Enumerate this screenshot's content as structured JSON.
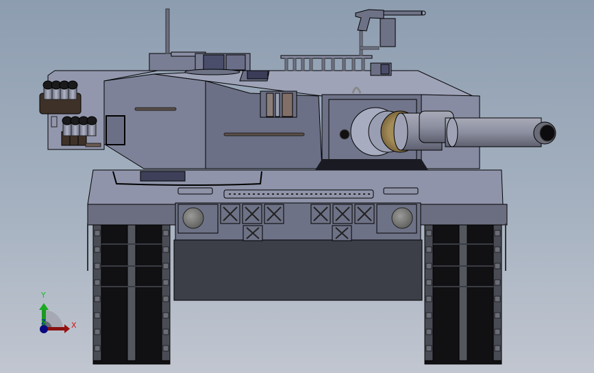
{
  "viewport": {
    "type": "3d-cad-graphics-area",
    "model": "main-battle-tank-front-view",
    "background_top": "#8d9db0",
    "background_bottom": "#c1c6d0"
  },
  "triad": {
    "x_label": "X",
    "y_label": "Y",
    "z_label": "Z",
    "x_color": "#d01010",
    "y_color": "#10c020",
    "z_color": "#1010c0"
  },
  "colors": {
    "hull_light": "#9aa0b8",
    "hull_mid": "#7a7f96",
    "hull_dark": "#5c6074",
    "lower_hull": "#3c3f48",
    "track_dark": "#111114",
    "track_link": "#4a4c55",
    "mantlet_bronze": "#8a7448",
    "smoke_launcher": "#2a2b30",
    "smoke_base": "#3e3228",
    "lens": "#787878"
  }
}
